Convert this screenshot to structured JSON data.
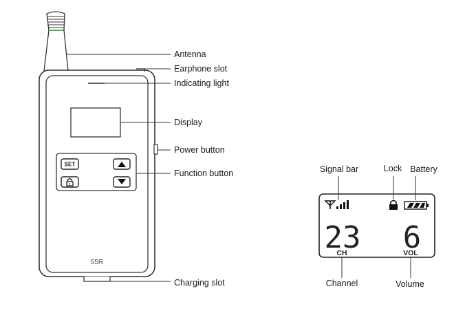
{
  "device": {
    "model": "55R",
    "set_button_label": "SET"
  },
  "callouts": {
    "antenna": "Antenna",
    "earphone_slot": "Earphone slot",
    "indicating_light": "Indicating light",
    "display": "Display",
    "power_button": "Power button",
    "function_button": "Function button",
    "charging_slot": "Charging slot"
  },
  "lcd": {
    "channel_value": "23",
    "volume_value": "6",
    "channel_unit": "CH",
    "volume_unit": "VOL",
    "labels": {
      "signal_bar": "Signal bar",
      "lock": "Lock",
      "battery": "Battery",
      "channel": "Channel",
      "volume": "Volume"
    }
  },
  "icons": [
    "antenna-signal-icon",
    "signal-bars-icon",
    "lock-icon",
    "battery-icon",
    "up-arrow-icon",
    "down-arrow-icon",
    "lock-button-icon"
  ]
}
